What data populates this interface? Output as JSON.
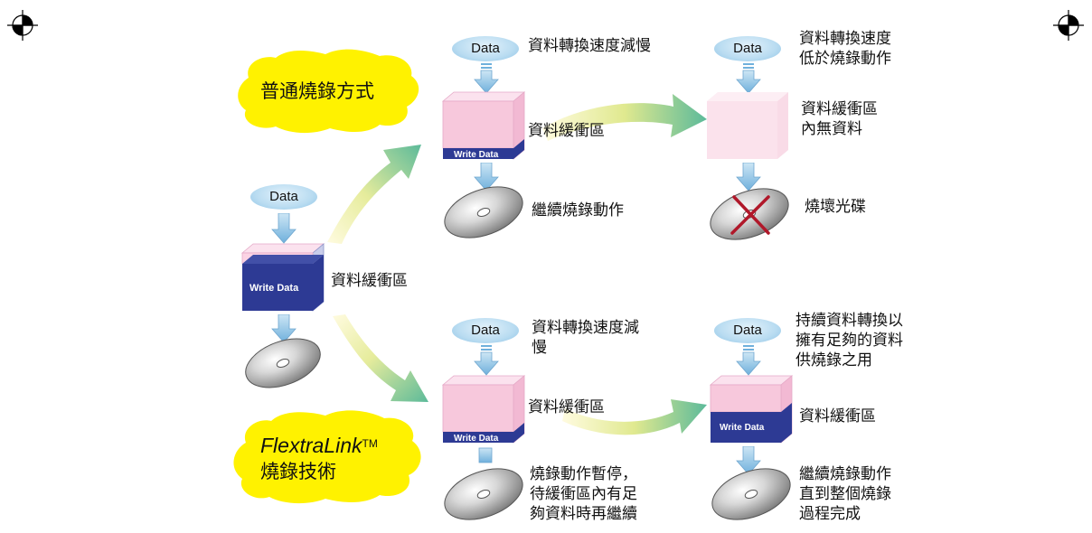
{
  "data_label": "Data",
  "write_data_label": "Write Data",
  "normal_method": {
    "title": "普通燒錄方式"
  },
  "flextralink": {
    "brand": "FlextraLink",
    "tm": "TM",
    "subtitle": "燒錄技術"
  },
  "source": {
    "buffer_label": "資料緩衝區"
  },
  "normal_stage1": {
    "data_note": "資料轉換速度減慢",
    "buffer_label": "資料緩衝區",
    "disc_note": "繼續燒錄動作"
  },
  "normal_stage2": {
    "data_note": "資料轉換速度\n低於燒錄動作",
    "buffer_label": "資料緩衝區\n內無資料",
    "disc_note": "燒壞光碟"
  },
  "flex_stage1": {
    "data_note": "資料轉換速度減\n慢",
    "buffer_label": "資料緩衝區",
    "disc_note": "燒錄動作暫停，\n待緩衝區內有足\n夠資料時再繼續"
  },
  "flex_stage2": {
    "data_note": "持續資料轉換以\n擁有足夠的資料\n供燒錄之用",
    "buffer_label": "資料緩衝區",
    "disc_note": "繼續燒錄動作\n直到整個燒錄\n過程完成"
  },
  "colors": {
    "buffer_pink": "#f7c8dc",
    "write_blue": "#2d3a94",
    "highlight_yellow": "#fff200",
    "arrow_green": "#6cc29a",
    "cross_red": "#b0182a"
  }
}
